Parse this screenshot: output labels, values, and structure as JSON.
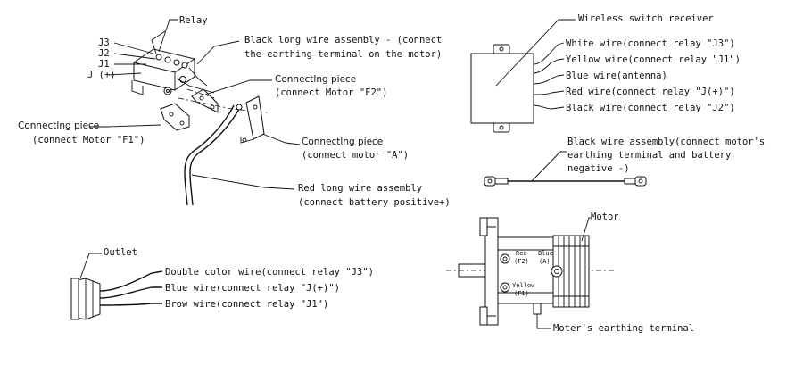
{
  "relay_section": {
    "relay": "Relay",
    "j3": "J3",
    "j2": "J2",
    "j1": "J1",
    "jplus": "J (+)",
    "black_wire_line1": "Black long wire assembly - (connect",
    "black_wire_line2": "the earthing terminal on the motor)",
    "piece_f2_title": "Connectlng piece",
    "piece_f2_sub": "(connect Motor \"F2\")",
    "piece_f1_title": "Connectlng piece",
    "piece_f1_sub": "(connect Motor \"F1\")",
    "piece_a_title": "Connectlng piece",
    "piece_a_sub": "(connect motor \"A\")",
    "red_wire_line1": "Red long wire assembly",
    "red_wire_line2": "(connect battery positive+)"
  },
  "receiver_section": {
    "title": "Wireless switch receiver",
    "white": "White wire(connect relay \"J3\")",
    "yellow": "Yellow wire(connect relay \"J1\")",
    "blue": "Blue wire(antenna)",
    "red": "Red wire(connect relay \"J(+)\")",
    "black": "Black wire(connect relay \"J2\")"
  },
  "black_assembly": {
    "line1": "Black wire assembly(connect motor's",
    "line2": "earthing terminal and battery",
    "line3": "negative -)"
  },
  "outlet_section": {
    "title": "Outlet",
    "double": "Double color wire(connect relay \"J3\")",
    "blue": "Blue wire(connect relay \"J(+)\")",
    "brow": "Brow wire(connect relay \"J1\")"
  },
  "motor_section": {
    "title": "Motor",
    "red_label": "Red",
    "red_term": "(F2)",
    "blue_label": "Blue",
    "blue_term": "(A)",
    "yellow_label": "Yellow",
    "yellow_term": "(F1)",
    "earthing": "Moter's earthing terminal"
  }
}
